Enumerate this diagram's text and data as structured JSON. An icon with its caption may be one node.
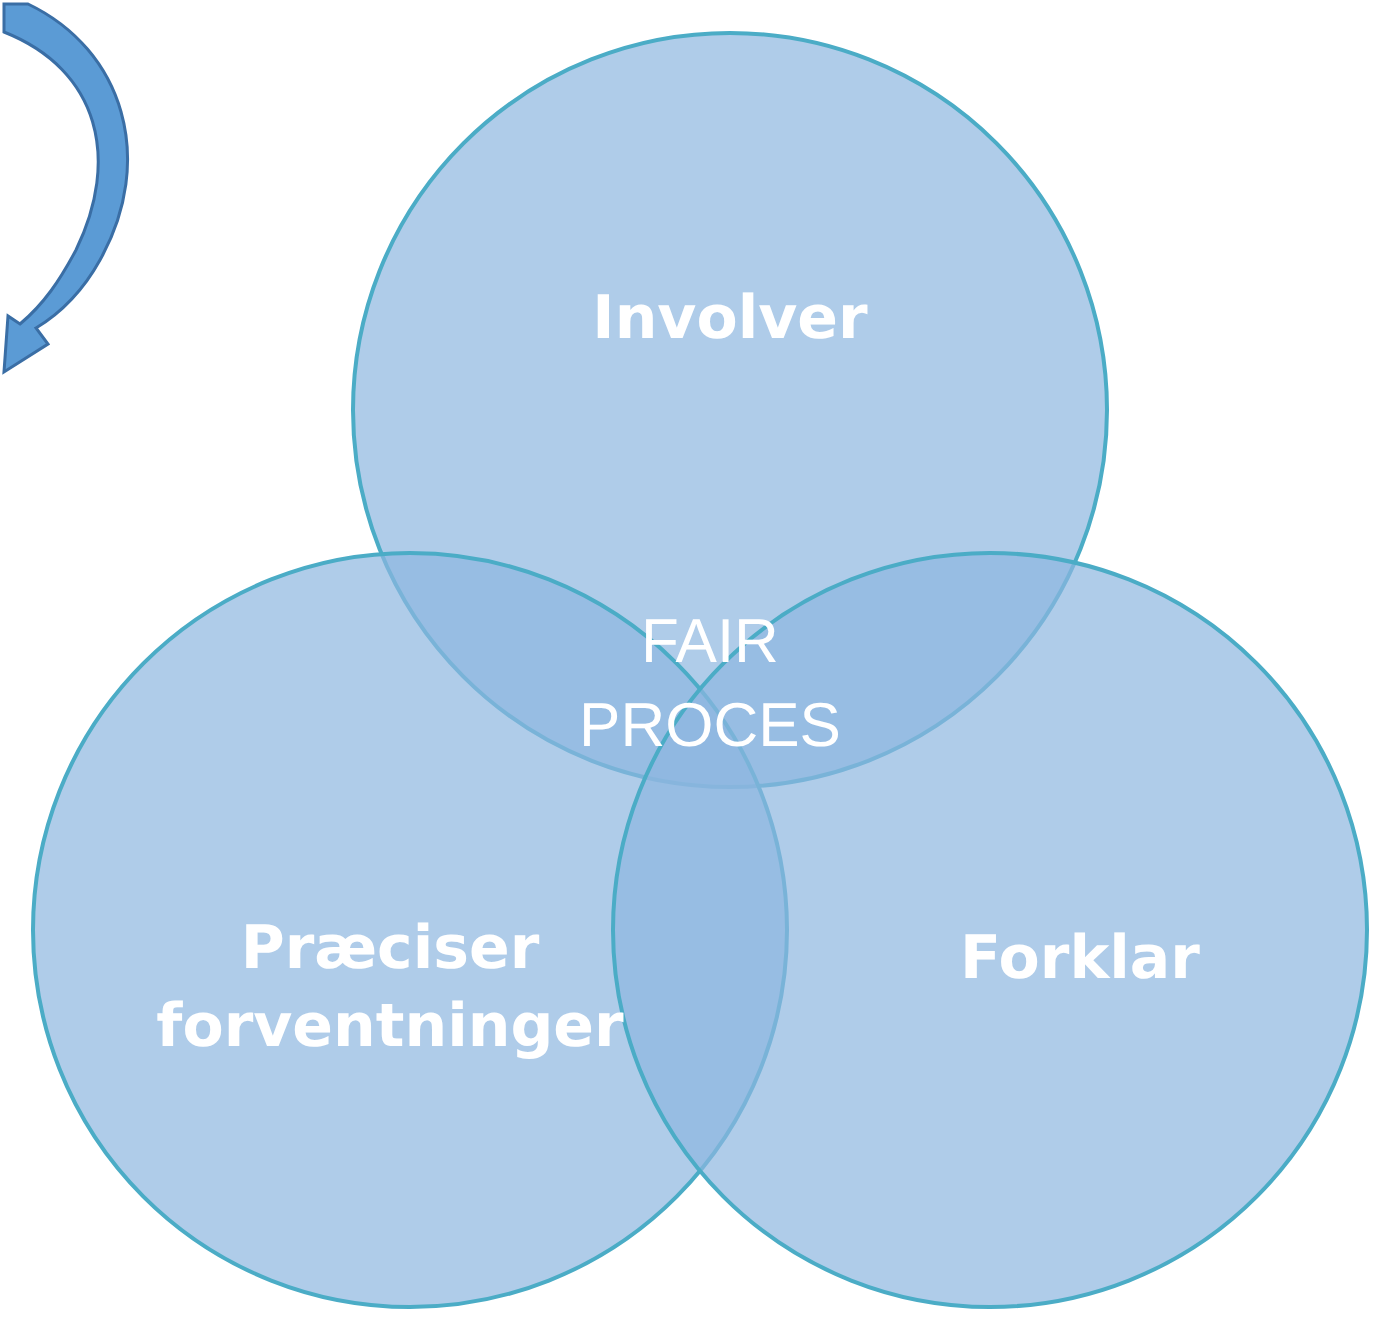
{
  "diagram": {
    "nodes": [
      {
        "text": [
          "Involver"
        ]
      },
      {
        "text": [
          "Præciser forventninger"
        ]
      },
      {
        "text": [
          "Forklar"
        ]
      }
    ],
    "labels": [
      "FAIR PROCES"
    ]
  }
}
